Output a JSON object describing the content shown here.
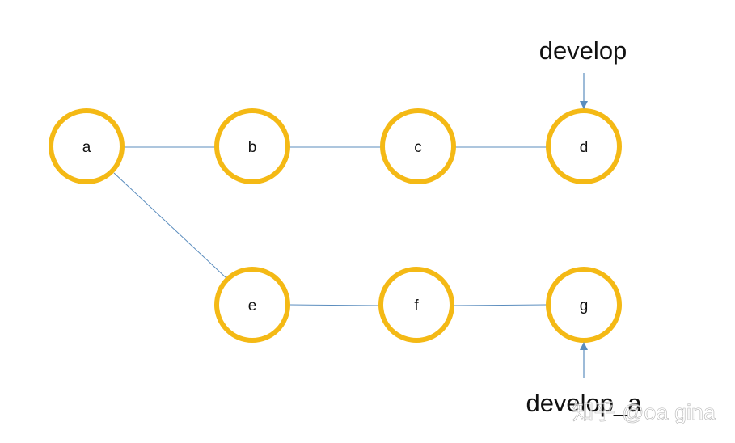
{
  "colors": {
    "node_stroke": "#F4B915",
    "edge": "#5B8DBE",
    "arrow": "#5B8DBE",
    "text": "#111111"
  },
  "nodes": [
    {
      "id": "a",
      "label": "a"
    },
    {
      "id": "b",
      "label": "b"
    },
    {
      "id": "c",
      "label": "c"
    },
    {
      "id": "d",
      "label": "d"
    },
    {
      "id": "e",
      "label": "e"
    },
    {
      "id": "f",
      "label": "f"
    },
    {
      "id": "g",
      "label": "g"
    }
  ],
  "edges": [
    {
      "from": "a",
      "to": "b"
    },
    {
      "from": "b",
      "to": "c"
    },
    {
      "from": "c",
      "to": "d"
    },
    {
      "from": "a",
      "to": "e"
    },
    {
      "from": "e",
      "to": "f"
    },
    {
      "from": "f",
      "to": "g"
    }
  ],
  "branches": [
    {
      "label": "develop",
      "points_to": "d"
    },
    {
      "label": "develop_a",
      "points_to": "g"
    }
  ],
  "watermark": "知乎 @oa gina"
}
